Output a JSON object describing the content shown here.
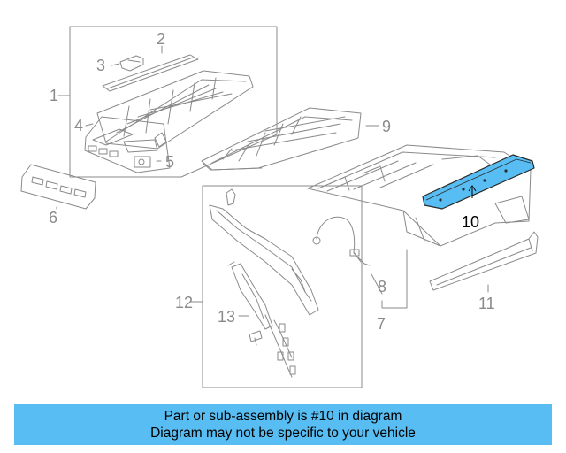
{
  "diagram": {
    "callouts": {
      "c1": "1",
      "c2": "2",
      "c3": "3",
      "c4": "4",
      "c5": "5",
      "c6": "6",
      "c7": "7",
      "c8": "8",
      "c9": "9",
      "c10": "10",
      "c11": "11",
      "c12": "12",
      "c13": "13"
    },
    "highlight_part": "10",
    "highlight_color": "#58bdf2",
    "line_color": "#8a8a8a"
  },
  "banner": {
    "line1": "Part or sub-assembly is #10 in diagram",
    "line2": "Diagram may not be specific to your vehicle",
    "background": "#58bdf2"
  }
}
